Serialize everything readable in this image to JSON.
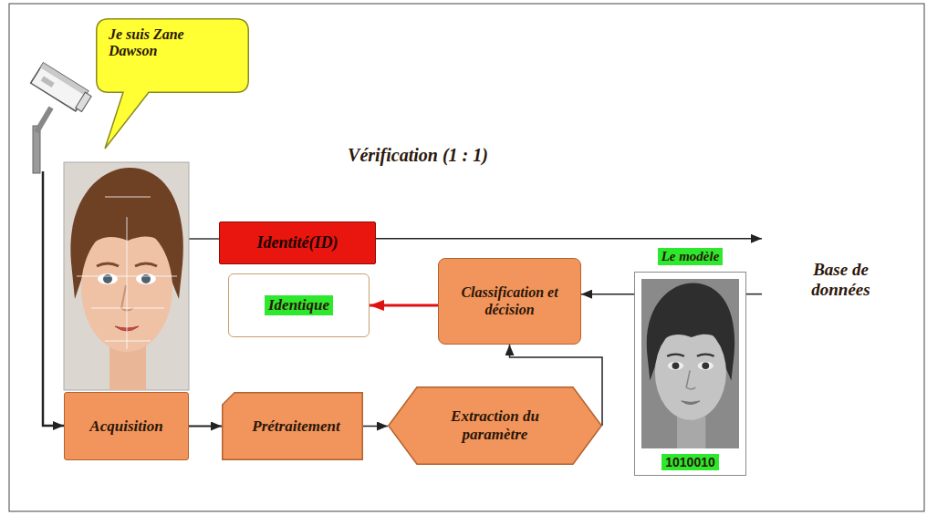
{
  "diagram": {
    "nodes": [
      {
        "text": [
          "Je suis Zane Dawson"
        ]
      },
      {
        "text": [
          "Vérification (1 : 1)"
        ]
      },
      {
        "text": [
          "Identité(ID)"
        ],
        "in": 1
      },
      {
        "text": [
          "Identique"
        ],
        "in": 1
      },
      {
        "text": [
          "Classification et décision"
        ],
        "in": 1
      },
      {
        "text": [
          "Prétraitement"
        ],
        "in": 1
      },
      {
        "text": [
          "Extraction du paramètre"
        ],
        "in": 1
      },
      {
        "text": [
          "Le modèle",
          "1010010"
        ]
      },
      {
        "text": [
          "Base de données"
        ]
      },
      {
        "text": [
          "Acquisition"
        ]
      }
    ],
    "edges": [
      {
        "from": 2,
        "to": 8,
        "arrow": "to"
      },
      {
        "from": 8,
        "to": 7,
        "arrow": "none"
      },
      {
        "from": 7,
        "to": 4,
        "arrow": "to"
      },
      {
        "from": 4,
        "to": 3,
        "arrow": "to"
      },
      {
        "from": 9,
        "to": 5,
        "arrow": "to"
      },
      {
        "from": 5,
        "to": 6,
        "arrow": "to"
      },
      {
        "from": 6,
        "to": 4,
        "arrow": "to"
      }
    ]
  }
}
